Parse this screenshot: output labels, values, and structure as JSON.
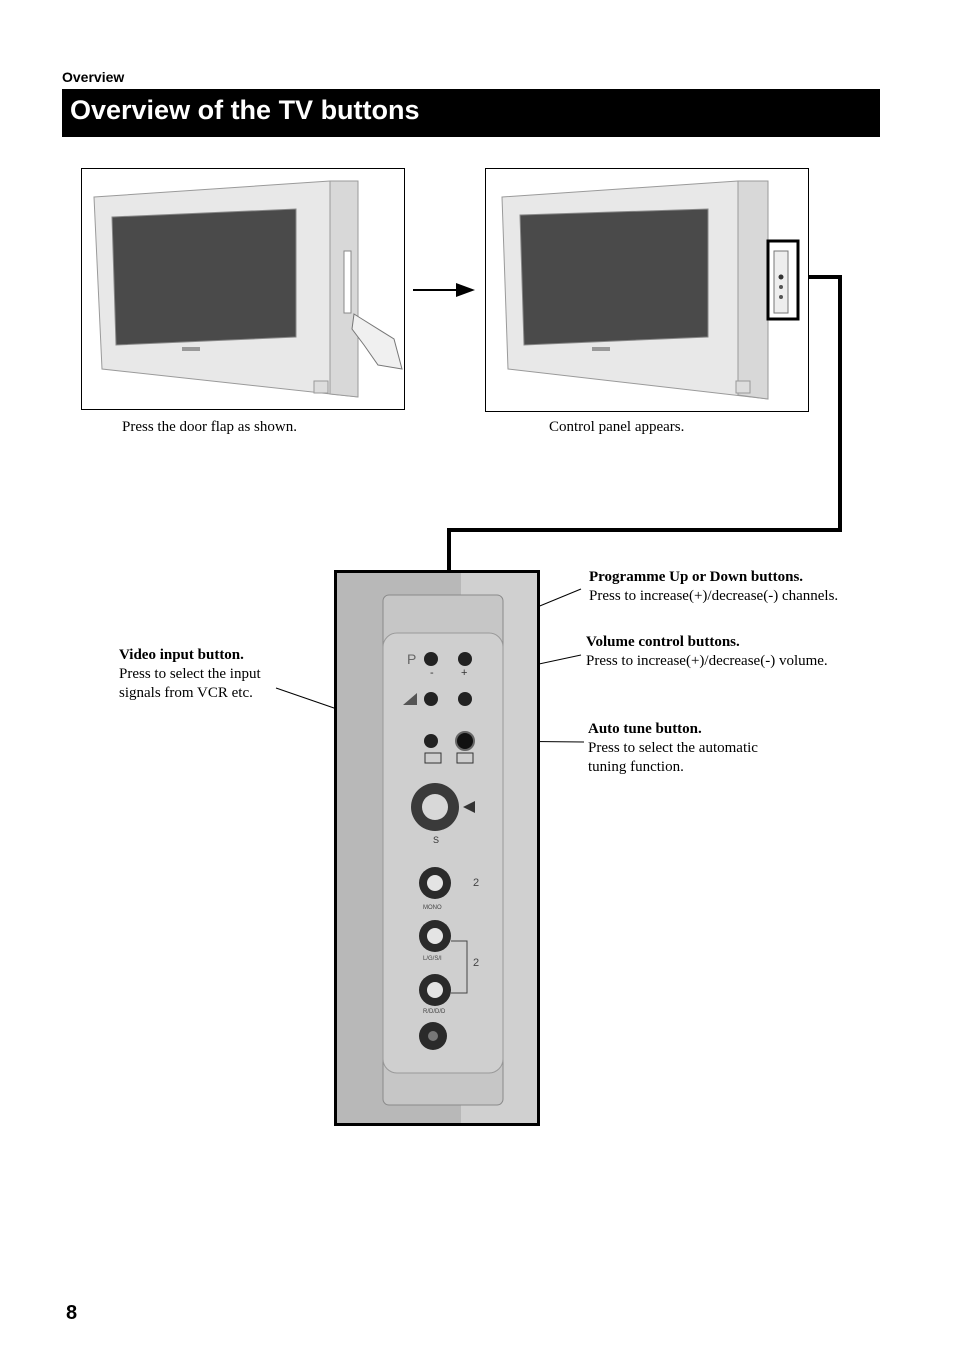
{
  "header": {
    "section": "Overview",
    "title": "Overview of the TV buttons"
  },
  "captions": {
    "left": "Press the door flap as shown.",
    "right": "Control panel appears."
  },
  "callouts": {
    "programme": {
      "title": "Programme Up or Down buttons.",
      "body": "Press to increase(+)/decrease(-) channels."
    },
    "volume": {
      "title": "Volume control buttons.",
      "body": "Press to increase(+)/decrease(-) volume."
    },
    "video": {
      "title": "Video input button.",
      "line1": "Press to select the input",
      "line2": "signals from VCR etc."
    },
    "autotune": {
      "title": "Auto tune button.",
      "line1": "Press to select the automatic",
      "line2": "tuning function."
    }
  },
  "panel": {
    "p_label": "P",
    "minus": "-",
    "plus": "+",
    "s_label": "S",
    "two": "2",
    "mono": "MONO",
    "lgs": "L/G/S/I",
    "rdd": "R/D/D/D"
  },
  "page": {
    "number": "8"
  }
}
